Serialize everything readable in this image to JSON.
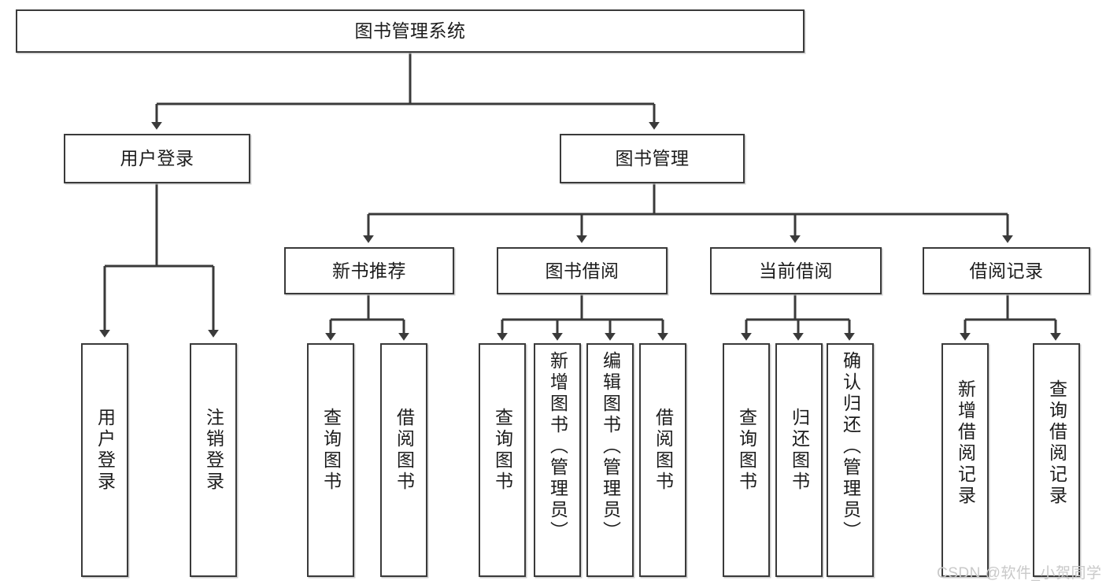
{
  "diagram": {
    "title": "图书管理系统",
    "watermark": "CSDN @软件_小贺同学",
    "colors": {
      "stroke": "#3a3a3a",
      "fill": "#ffffff",
      "text": "#1c1c1c",
      "watermark": "#c9c9c9"
    },
    "nodes": {
      "root": {
        "label": "图书管理系统"
      },
      "level2": [
        {
          "label": "用户登录"
        },
        {
          "label": "图书管理"
        }
      ],
      "level3": [
        {
          "label": "新书推荐"
        },
        {
          "label": "图书借阅"
        },
        {
          "label": "当前借阅"
        },
        {
          "label": "借阅记录"
        }
      ],
      "leaves": {
        "user_login": [
          {
            "label": "用户登录"
          },
          {
            "label": "注销登录"
          }
        ],
        "new_book": [
          {
            "label": "查询图书"
          },
          {
            "label": "借阅图书"
          }
        ],
        "book_borrow": [
          {
            "label": "查询图书"
          },
          {
            "label": "新增图书（管理员）"
          },
          {
            "label": "编辑图书（管理员）"
          },
          {
            "label": "借阅图书"
          }
        ],
        "current_borrow": [
          {
            "label": "查询图书"
          },
          {
            "label": "归还图书"
          },
          {
            "label": "确认归还（管理员）"
          }
        ],
        "borrow_record": [
          {
            "label": "新增借阅记录"
          },
          {
            "label": "查询借阅记录"
          }
        ]
      }
    }
  }
}
